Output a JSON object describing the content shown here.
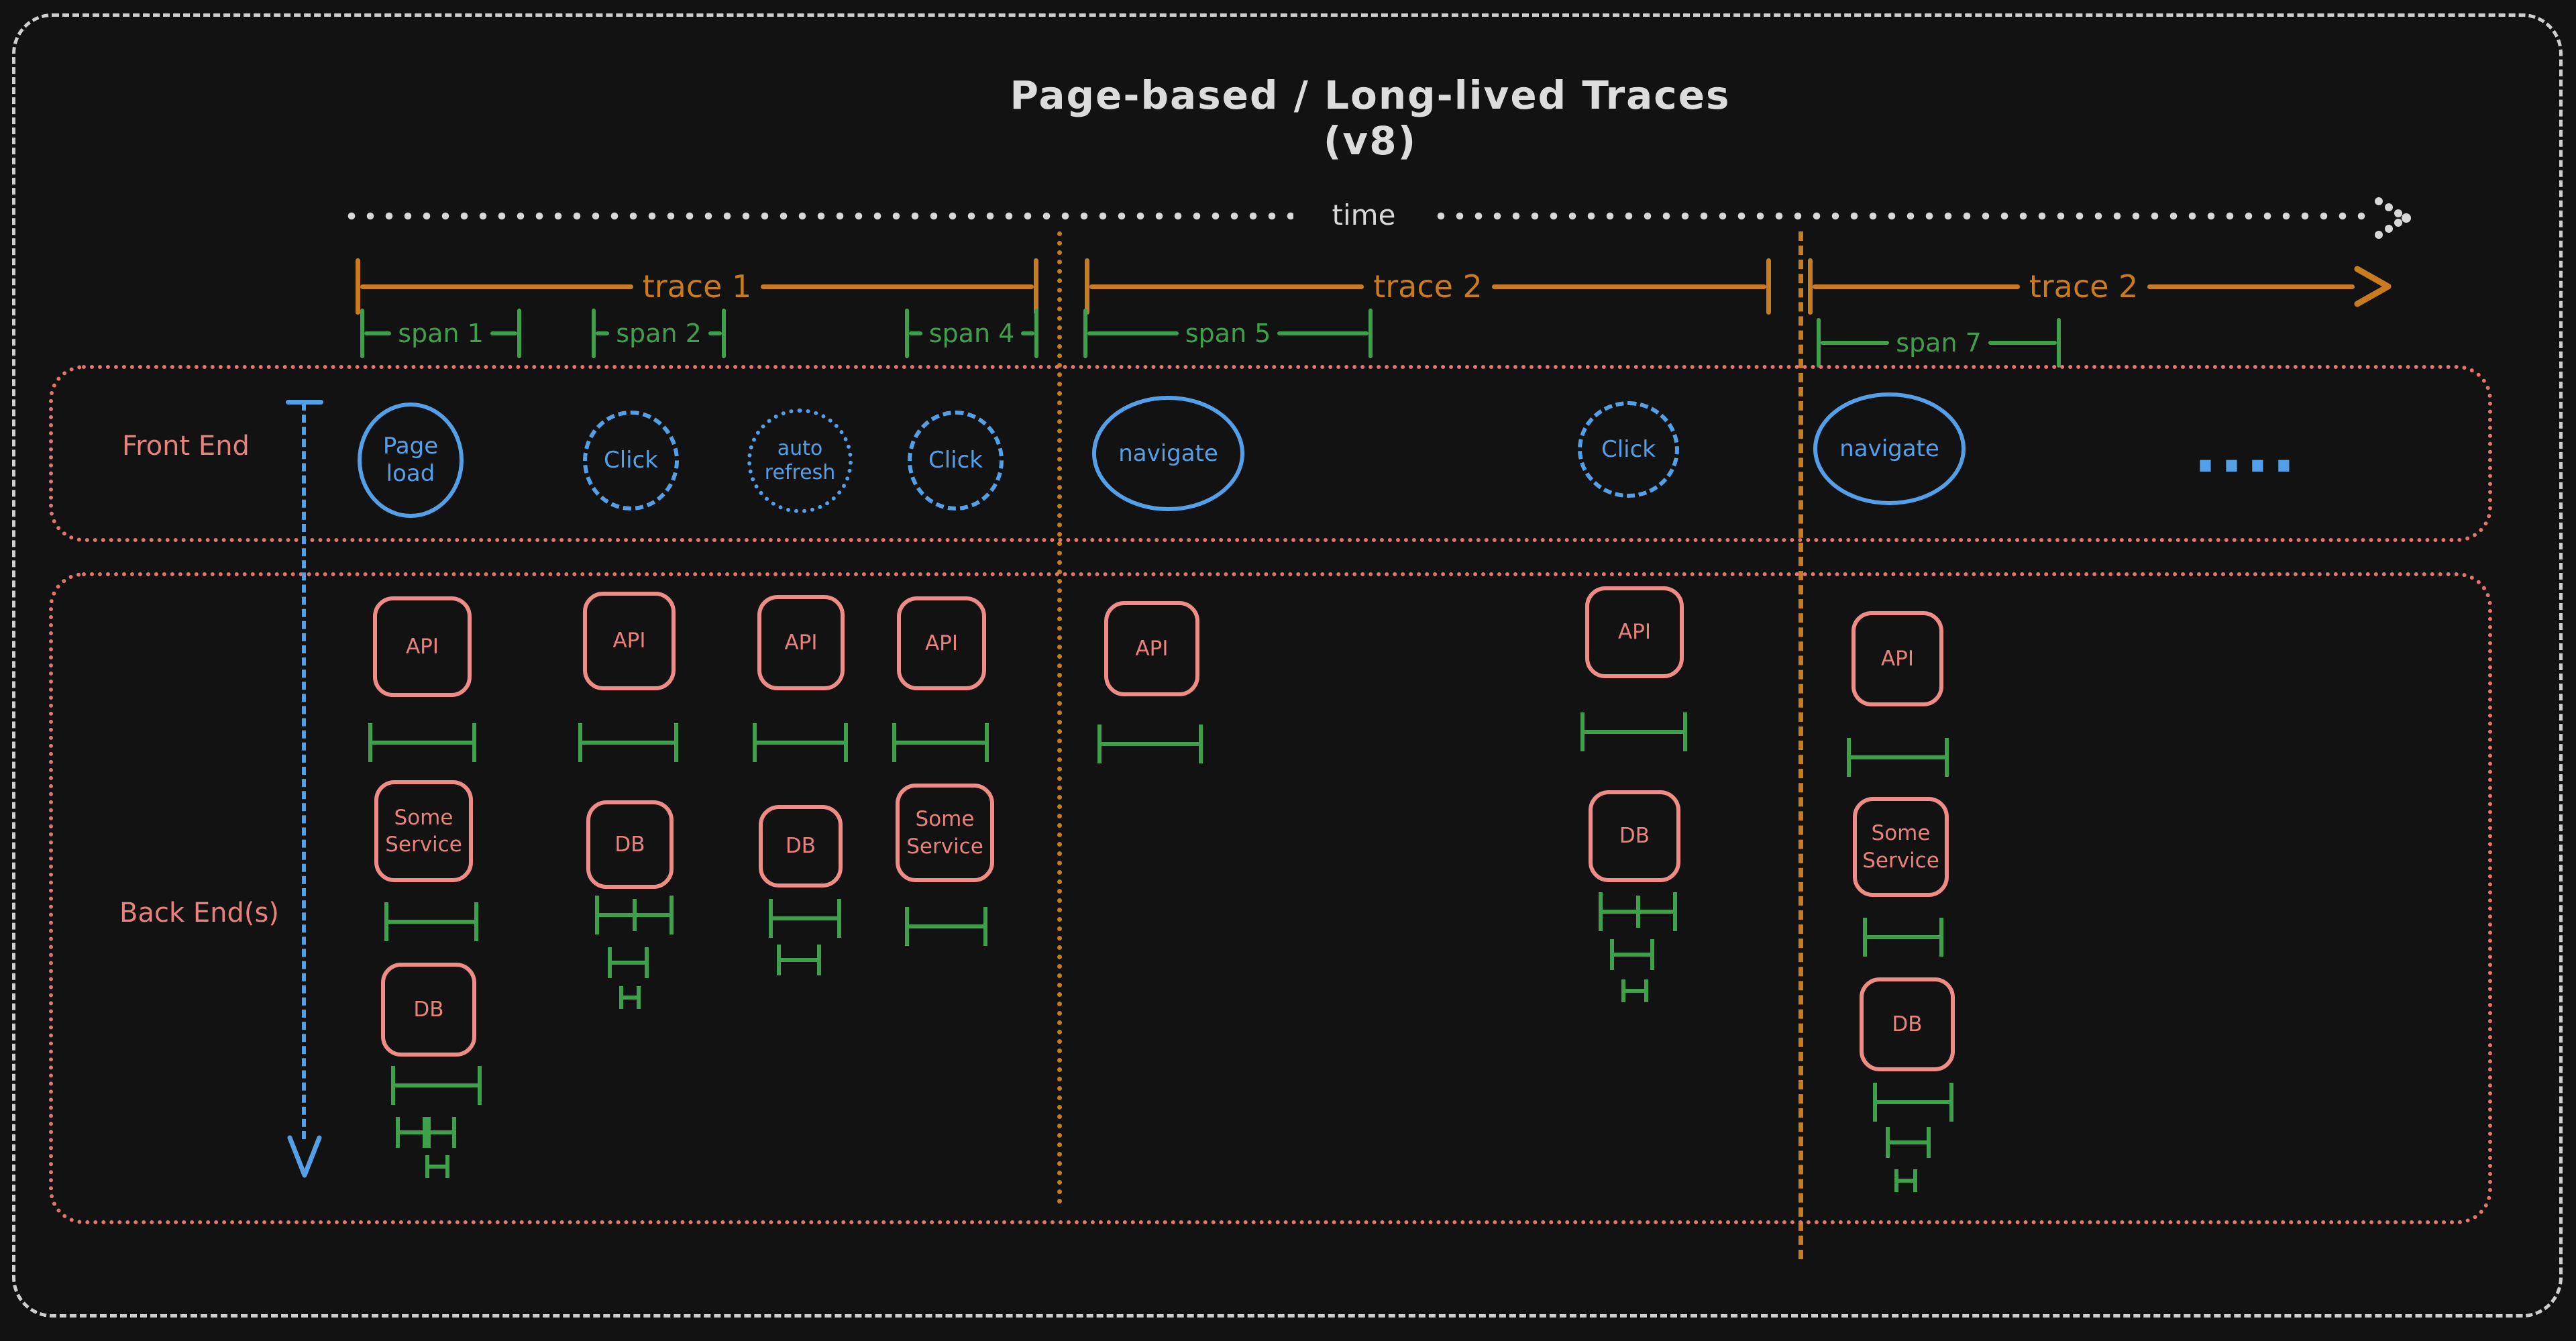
{
  "title": "Page-based / Long-lived Traces (v8)",
  "timeline": {
    "label": "time"
  },
  "traces": {
    "t1": "trace 1",
    "t2": "trace 2",
    "t3": "trace 2"
  },
  "spans": {
    "s1": "span 1",
    "s2": "span 2",
    "s4": "span 4",
    "s5": "span 5",
    "s7": "span 7"
  },
  "lanes": {
    "front_end": "Front End",
    "back_end": "Back End(s)"
  },
  "events": {
    "page_load": "Page load",
    "click": "Click",
    "auto_refresh": "auto refresh",
    "navigate": "navigate",
    "more": "...."
  },
  "services": {
    "api": "API",
    "some_service": "Some Service",
    "db": "DB"
  },
  "colors": {
    "background": "#121212",
    "stroke_light": "#d6d6d6",
    "orange": "#c97c1d",
    "green": "#3fa04c",
    "salmon": "#f08c86",
    "blue": "#54a0e8"
  }
}
